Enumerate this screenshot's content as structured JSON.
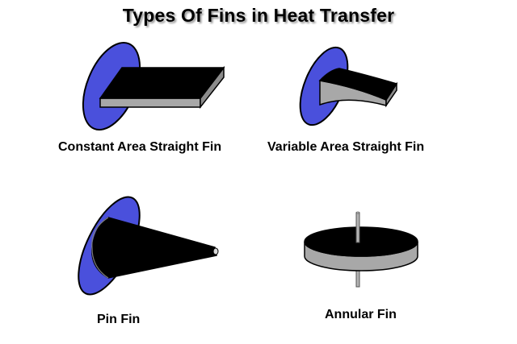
{
  "title": "Types Of Fins in Heat Transfer",
  "colors": {
    "base_wall": "#4a50dc",
    "fin_top": "#000000",
    "fin_side": "#a8a8a8",
    "outline": "#000000"
  },
  "fins": [
    {
      "id": "constant-area-straight",
      "label": "Constant Area Straight Fin"
    },
    {
      "id": "variable-area-straight",
      "label": "Variable Area Straight Fin"
    },
    {
      "id": "pin",
      "label": "Pin Fin"
    },
    {
      "id": "annular",
      "label": "Annular Fin"
    }
  ]
}
